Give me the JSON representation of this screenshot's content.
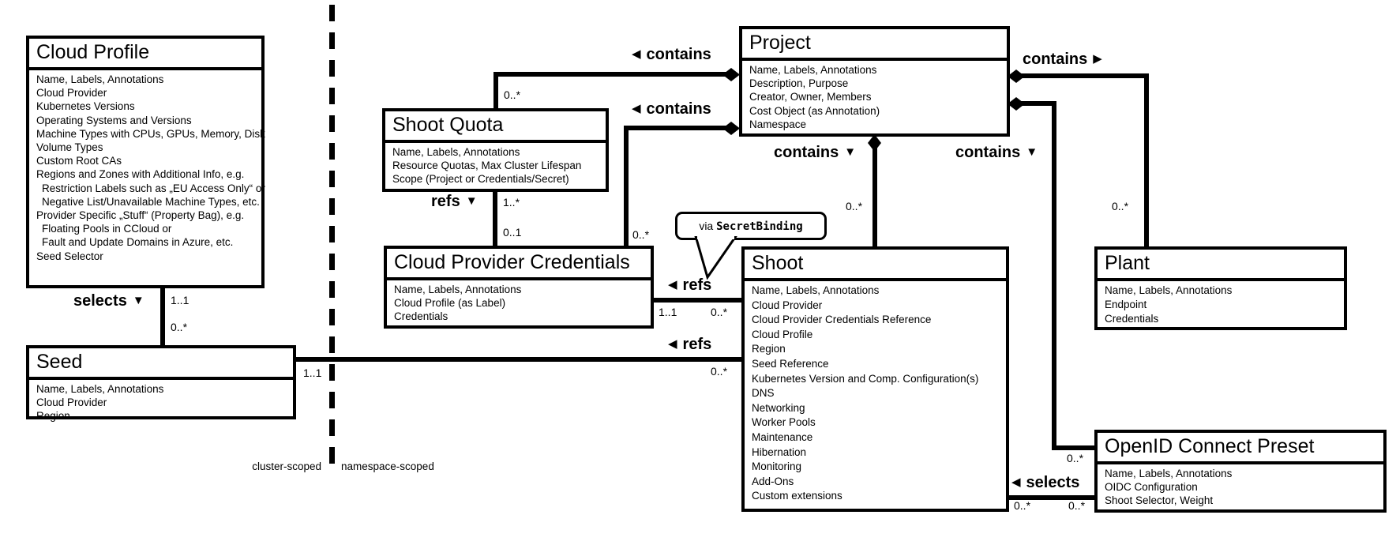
{
  "diagram": {
    "scope_labels": {
      "left": "cluster-scoped",
      "right": "namespace-scoped"
    },
    "callout": {
      "prefix": "via ",
      "code": "SecretBinding"
    }
  },
  "boxes": {
    "cloud_profile": {
      "title": "Cloud Profile",
      "attrs": [
        "Name, Labels, Annotations",
        "Cloud Provider",
        "Kubernetes Versions",
        "Operating Systems and Versions",
        "Machine Types with CPUs, GPUs, Memory, Disk",
        "Volume Types",
        "Custom Root CAs",
        "Regions and Zones with Additional Info, e.g.",
        "Restriction Labels such as „EU Access Only“ or",
        "Negative List/Unavailable Machine Types, etc.",
        "Provider Specific „Stuff“ (Property Bag), e.g.",
        "Floating Pools in CCloud or",
        "Fault and Update Domains in Azure, etc.",
        "Seed Selector"
      ]
    },
    "seed": {
      "title": "Seed",
      "attrs": [
        "Name, Labels, Annotations",
        "Cloud Provider",
        "Region"
      ]
    },
    "shoot_quota": {
      "title": "Shoot Quota",
      "attrs": [
        "Name, Labels, Annotations",
        "Resource Quotas, Max Cluster Lifespan",
        "Scope (Project or Credentials/Secret)"
      ]
    },
    "cloud_provider_credentials": {
      "title": "Cloud Provider Credentials",
      "attrs": [
        "Name, Labels, Annotations",
        "Cloud Profile (as Label)",
        "Credentials"
      ]
    },
    "project": {
      "title": "Project",
      "attrs": [
        "Name, Labels, Annotations",
        "Description, Purpose",
        "Creator, Owner, Members",
        "Cost Object (as Annotation)",
        "Namespace"
      ]
    },
    "shoot": {
      "title": "Shoot",
      "attrs": [
        "Name, Labels, Annotations",
        "Cloud Provider",
        "Cloud Provider Credentials Reference",
        "Cloud Profile",
        "Region",
        "Seed Reference",
        "Kubernetes Version and Comp. Configuration(s)",
        "DNS",
        "Networking",
        "Worker Pools",
        "Maintenance",
        "Hibernation",
        "Monitoring",
        "Add-Ons",
        "Custom extensions"
      ]
    },
    "plant": {
      "title": "Plant",
      "attrs": [
        "Name, Labels, Annotations",
        "Endpoint",
        "Credentials"
      ]
    },
    "oidc_preset": {
      "title": "OpenID Connect Preset",
      "attrs": [
        "Name, Labels, Annotations",
        "OIDC Configuration",
        "Shoot Selector, Weight"
      ]
    }
  },
  "connectors": {
    "cp_seed": {
      "label": "selects",
      "arrow": "▼",
      "mult_top": "1..1",
      "mult_bottom": "0..*"
    },
    "sq_cpc": {
      "label": "refs",
      "arrow": "▼",
      "mult_top": "1..*",
      "mult_bottom": "0..1"
    },
    "cpc_shoot": {
      "label": "refs",
      "arrow": "◀",
      "mult_left": "1..1",
      "mult_right": "0..*"
    },
    "seed_shoot": {
      "label": "refs",
      "arrow": "◀",
      "mult_left": "1..1",
      "mult_right": "0..*"
    },
    "project_shoot_quota": {
      "label": "contains",
      "arrow": "◀",
      "mult": "0..*"
    },
    "project_cpc": {
      "label": "contains",
      "arrow": "◀",
      "mult": "0..*"
    },
    "project_shoot": {
      "label": "contains",
      "arrow": "▼",
      "mult": "0..*"
    },
    "project_plant": {
      "label": "contains",
      "arrow": "▶",
      "mult": "0..*"
    },
    "project_oidc": {
      "label": "contains",
      "arrow": "▼",
      "mult": "0..*"
    },
    "shoot_oidc": {
      "label": "selects",
      "arrow": "◀",
      "mult_left": "0..*",
      "mult_right": "0..*"
    }
  }
}
